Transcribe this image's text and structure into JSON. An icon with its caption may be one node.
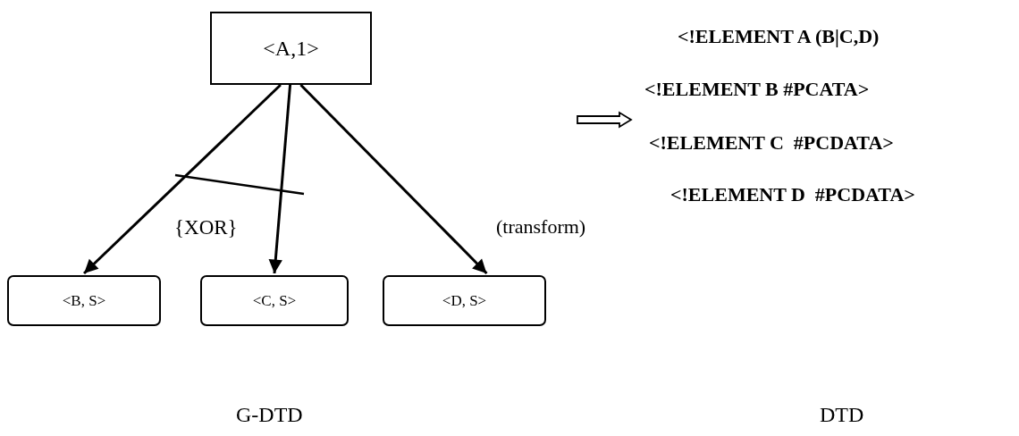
{
  "diagram": {
    "nodes": [
      {
        "text": [
          "<A,1>"
        ]
      },
      {
        "text": [
          "<B, S>"
        ]
      },
      {
        "text": [
          "<C, S>"
        ]
      },
      {
        "text": [
          "<D, S>"
        ]
      }
    ],
    "edges": [
      {
        "from": 0,
        "to": 1,
        "arrow": "to"
      },
      {
        "from": 0,
        "to": 2,
        "arrow": "to"
      },
      {
        "from": 0,
        "to": 3,
        "arrow": "to"
      }
    ],
    "labels": [
      "<!ELEMENT A (B|C,D)",
      "<!ELEMENT B #PCATA>",
      "<!ELEMENT C  #PCDATA>",
      "{XOR}",
      "(transform)",
      "<!ELEMENT D  #PCDATA>",
      "G-DTD",
      "DTD"
    ]
  }
}
